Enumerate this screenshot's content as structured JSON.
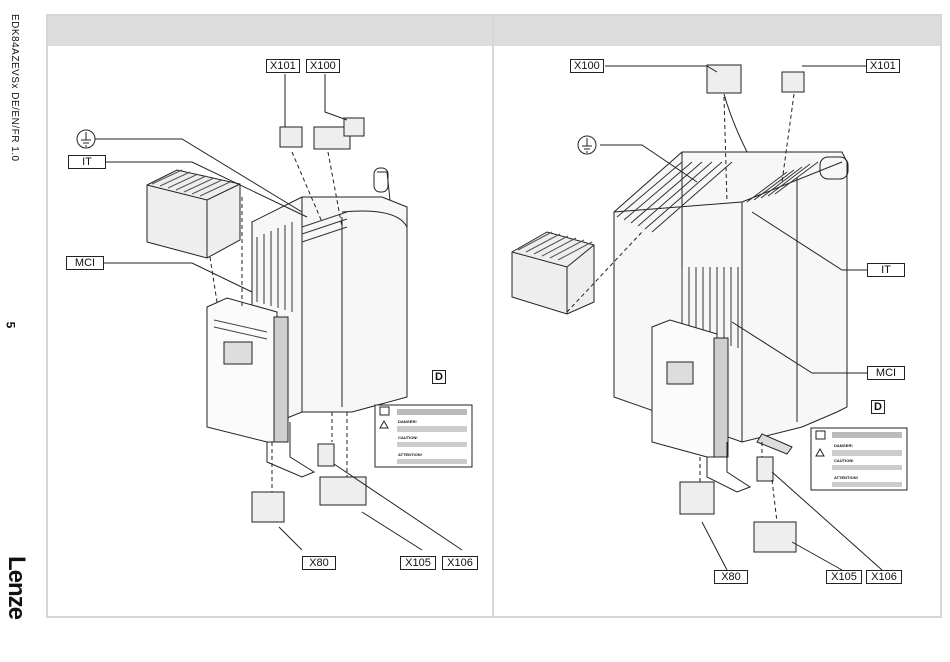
{
  "sidebar": {
    "doc_id": "EDK84AZEVSx  DE/EN/FR  1.0",
    "page_number": "5",
    "logo": "Lenze"
  },
  "left_panel": {
    "labels": {
      "x101": "X101",
      "x100": "X100",
      "it": "IT",
      "mci": "MCI",
      "d": "D",
      "x80": "X80",
      "x105": "X105",
      "x106": "X106"
    },
    "warning_sticker": {
      "danger": "DANGER!",
      "caution": "CAUTION!",
      "attention": "ATTENTION!"
    }
  },
  "right_panel": {
    "labels": {
      "x100": "X100",
      "x101": "X101",
      "it": "IT",
      "mci": "MCI",
      "d": "D",
      "x80": "X80",
      "x105": "X105",
      "x106": "X106"
    },
    "warning_sticker": {
      "danger": "DANGER!",
      "caution": "CAUTION!",
      "attention": "ATTENTION!"
    }
  }
}
